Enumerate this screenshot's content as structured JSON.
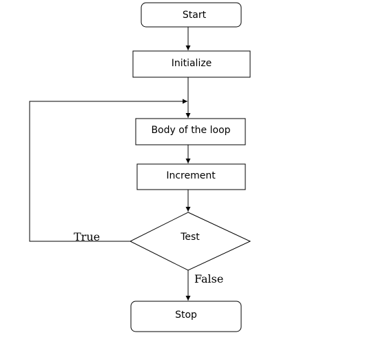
{
  "nodes": {
    "start": "Start",
    "initialize": "Initialize",
    "body": "Body of the loop",
    "increment": "Increment",
    "test": "Test",
    "stop": "Stop"
  },
  "edges": {
    "true_label": "True",
    "false_label": "False"
  }
}
